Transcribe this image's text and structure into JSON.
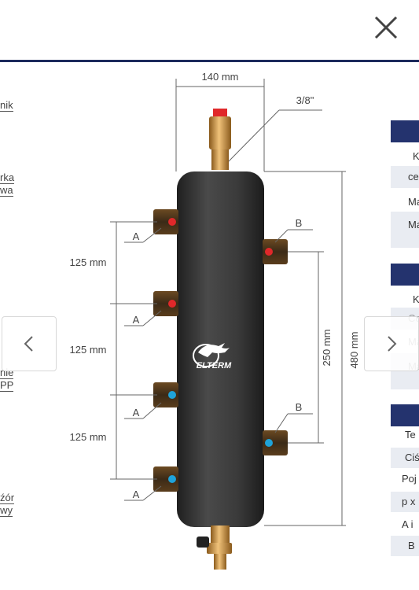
{
  "header": {
    "close_icon": "close-icon"
  },
  "navigation": {
    "prev_icon": "chevron-left-icon",
    "next_icon": "chevron-right-icon"
  },
  "left_text": [
    "nik",
    "rka",
    "wa",
    "nie",
    "PP",
    "źór",
    "wy"
  ],
  "diagram": {
    "dim_top": "140 mm",
    "dim_thread": "3/8\"",
    "dim_125_a": "125 mm",
    "dim_125_b": "125 mm",
    "dim_125_c": "125 mm",
    "dim_250": "250 mm",
    "dim_480": "480 mm",
    "port_a": [
      "A",
      "A",
      "A",
      "A"
    ],
    "port_b": [
      "B",
      "B"
    ],
    "brand": "ELTERM"
  },
  "right_panel": {
    "rows": [
      "K",
      "ce",
      "Ma",
      "Ma",
      "K",
      "Cc",
      "Ma",
      "Ma",
      "Te",
      "Ciś",
      "Poj",
      "p x",
      "A i",
      "B"
    ]
  },
  "colors": {
    "navy": "#1c2a5c",
    "body": "#2e2e2e",
    "brass": "#c8923a",
    "hot": "#e0282a",
    "cold": "#1fa3d9"
  }
}
